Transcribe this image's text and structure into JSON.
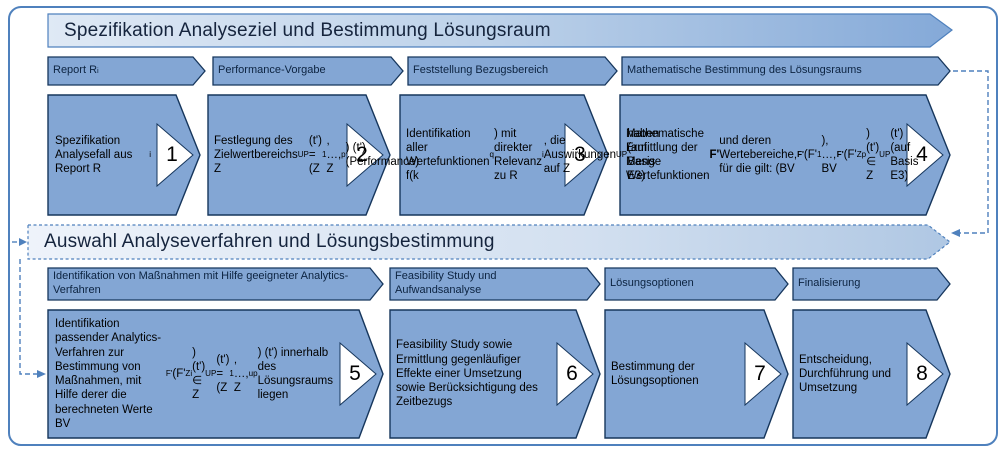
{
  "colors": {
    "box_fill": "#83a6d4",
    "box_border": "#16365c",
    "banner_fill_light": "#dfe9f5",
    "banner_fill_dark": "#84a9d8",
    "accent_border": "#4f81bd",
    "text": "#000000"
  },
  "phase1": {
    "banner": "Spezifikation Analyseziel und Bestimmung Lösungsraum",
    "headers_html": [
      "Report R<sub>i</sub>",
      "Performance-Vorgabe",
      "Feststellung Bezugsbereich",
      "Mathematische Bestimmung des Lösungsraums"
    ],
    "steps": [
      {
        "num": "1",
        "html": "Spezifikation Analysefall aus Report R<sub>i</sub>"
      },
      {
        "num": "2",
        "html": "Festlegung des Zielwertbereichs Z<sub>UP</sub>(t') = (Z<sub>1</sub>, …, Z<sub>p</sub>) (t') (Performance)"
      },
      {
        "num": "3",
        "html": "Identifikation aller Wertefunktionen f(k<sub>q</sub>) mit direkter Relevanz zu R<sub>i</sub>, die Auswirkungen auf Z<sub>UP</sub> haben (auf Basis E3)"
      },
      {
        "num": "4",
        "html": "Mathematische Ermittlung der Menge Wertefunktionen <b>F'</b> und deren Wertebereiche, für die gilt: (BV<sub><b>F'</b></sub>(F'<sub>1</sub>), …, BV<sub><b>F'</b></sub>(F'<sub>Zp</sub>) (t') ∈ Z<sub>UP</sub>(t') (auf Basis E3)"
      }
    ]
  },
  "phase2": {
    "banner": "Auswahl Analyseverfahren und Lösungsbestimmung",
    "headers_html": [
      "Identifikation von Maßnahmen mit Hilfe geeigneter Analytics-Verfahren",
      "Feasibility Study und Aufwandsanalyse",
      "Lösungsoptionen",
      "Finalisierung"
    ],
    "steps": [
      {
        "num": "5",
        "html": "Identifikation passender Analytics-Verfahren zur Bestimmung von Maßnahmen, mit Hilfe derer die berechneten Werte BV<sub>F'</sub>(F'<sub>Zi</sub>) (t') ∈ Z<sub>UP</sub>(t') = (Z<sub>1</sub>, …, Z<sub>up</sub>) (t') innerhalb des Lösungsraums liegen"
      },
      {
        "num": "6",
        "html": "Feasibility Study sowie Ermittlung gegenläufiger Effekte einer Umsetzung sowie Berücksichtigung des Zeitbezugs"
      },
      {
        "num": "7",
        "html": "Bestimmung der Lösungsoptionen"
      },
      {
        "num": "8",
        "html": "Entscheidung, Durchführung und Umsetzung"
      }
    ]
  }
}
